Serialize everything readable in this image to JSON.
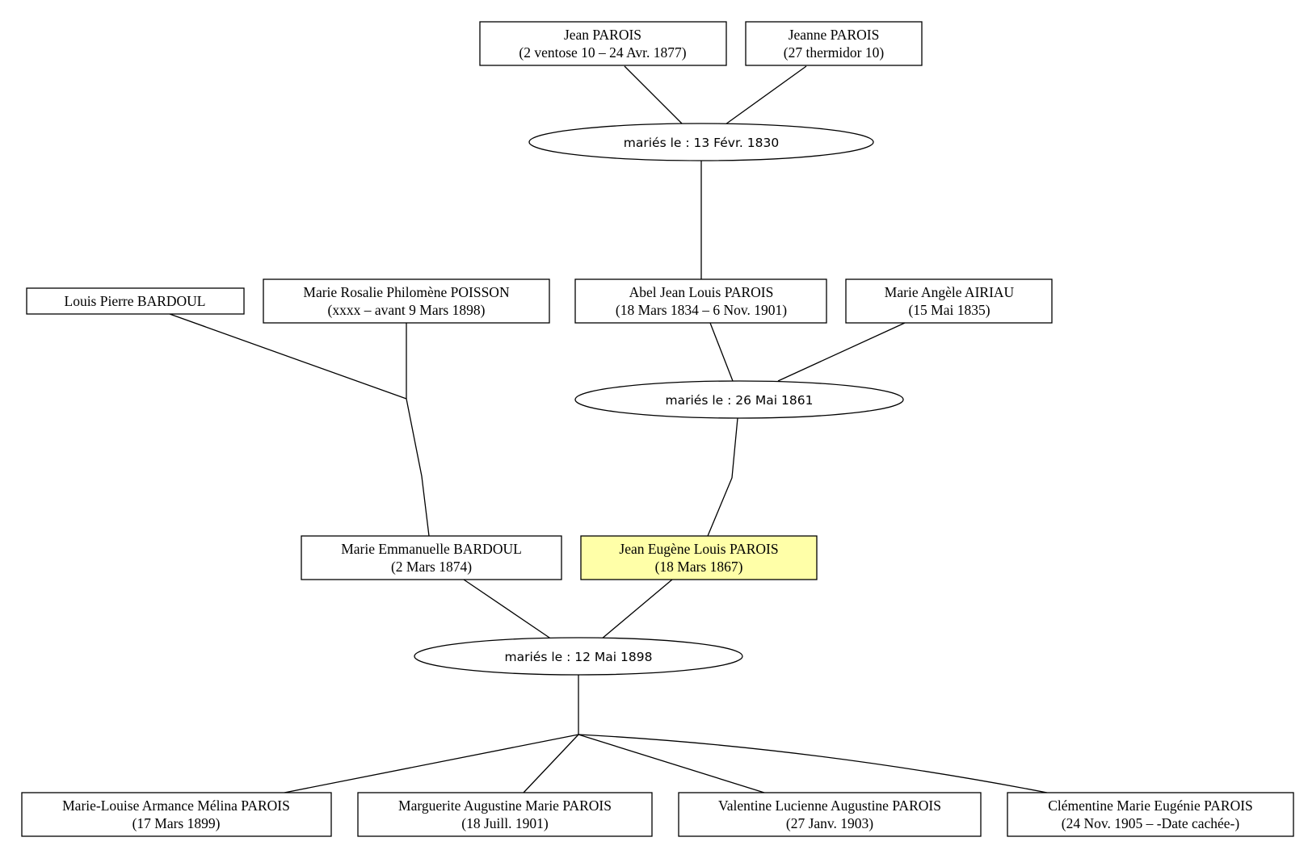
{
  "colors": {
    "highlight": "#ffffa8",
    "box_fill": "#ffffff",
    "line": "#000000"
  },
  "people": {
    "jean_parois": {
      "name": "Jean PAROIS",
      "dates": "(2 ventose 10 – 24 Avr. 1877)"
    },
    "jeanne_parois": {
      "name": "Jeanne PAROIS",
      "dates": "(27 thermidor 10)"
    },
    "louis_pierre_bardoul": {
      "name": "Louis Pierre BARDOUL"
    },
    "marie_rosalie_poisson": {
      "name": "Marie Rosalie Philomène POISSON",
      "dates": "(xxxx – avant 9 Mars 1898)"
    },
    "abel_jean_louis_parois": {
      "name": "Abel Jean Louis PAROIS",
      "dates": "(18 Mars 1834 – 6 Nov. 1901)"
    },
    "marie_angele_airiau": {
      "name": "Marie Angèle AIRIAU",
      "dates": "(15 Mai 1835)"
    },
    "marie_emmanuelle_bardoul": {
      "name": "Marie Emmanuelle BARDOUL",
      "dates": "(2 Mars 1874)"
    },
    "jean_eugene_louis_parois": {
      "name": "Jean Eugène Louis PAROIS",
      "dates": "(18 Mars 1867)",
      "highlighted": true
    },
    "marie_louise_parois": {
      "name": "Marie-Louise Armance Mélina PAROIS",
      "dates": "(17 Mars 1899)"
    },
    "marguerite_parois": {
      "name": "Marguerite Augustine Marie PAROIS",
      "dates": "(18 Juill. 1901)"
    },
    "valentine_parois": {
      "name": "Valentine Lucienne Augustine PAROIS",
      "dates": "(27 Janv. 1903)"
    },
    "clementine_parois": {
      "name": "Clémentine Marie Eugénie PAROIS",
      "dates": "(24 Nov. 1905 – -Date cachée-)"
    }
  },
  "marriages": {
    "m1830": {
      "label": "mariés le : 13 Févr. 1830"
    },
    "m1861": {
      "label": "mariés le : 26 Mai 1861"
    },
    "m1898": {
      "label": "mariés le : 12 Mai 1898"
    }
  }
}
